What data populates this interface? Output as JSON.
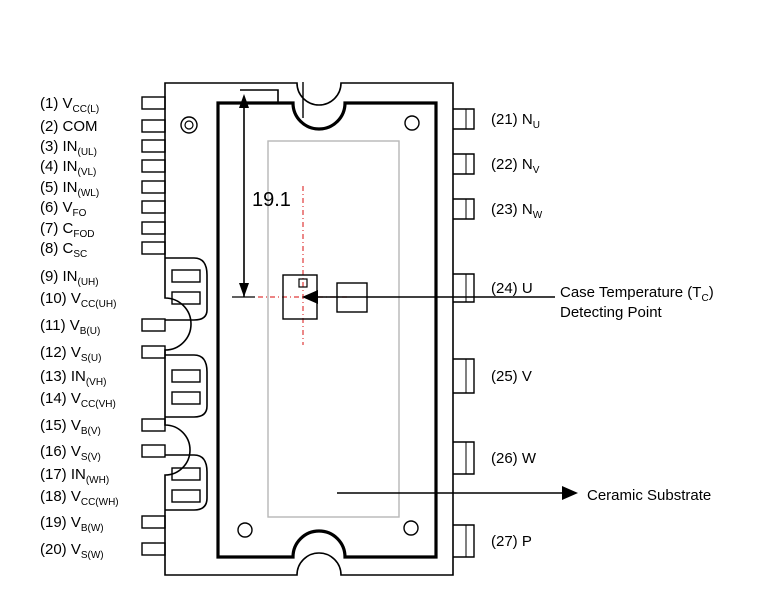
{
  "pins_left": [
    {
      "num": "(1)",
      "name": "V",
      "sub": "CC(L)"
    },
    {
      "num": "(2)",
      "name": "COM",
      "sub": ""
    },
    {
      "num": "(3)",
      "name": "IN",
      "sub": "(UL)"
    },
    {
      "num": "(4)",
      "name": "IN",
      "sub": "(VL)"
    },
    {
      "num": "(5)",
      "name": "IN",
      "sub": "(WL)"
    },
    {
      "num": "(6)",
      "name": "V",
      "sub": "FO"
    },
    {
      "num": "(7)",
      "name": "C",
      "sub": "FOD"
    },
    {
      "num": "(8)",
      "name": "C",
      "sub": "SC"
    },
    {
      "num": "(9)",
      "name": "IN",
      "sub": "(UH)"
    },
    {
      "num": "(10)",
      "name": "V",
      "sub": "CC(UH)"
    },
    {
      "num": "(11)",
      "name": "V",
      "sub": "B(U)"
    },
    {
      "num": "(12)",
      "name": "V",
      "sub": "S(U)"
    },
    {
      "num": "(13)",
      "name": "IN",
      "sub": "(VH)"
    },
    {
      "num": "(14)",
      "name": "V",
      "sub": "CC(VH)"
    },
    {
      "num": "(15)",
      "name": "V",
      "sub": "B(V)"
    },
    {
      "num": "(16)",
      "name": "V",
      "sub": "S(V)"
    },
    {
      "num": "(17)",
      "name": "IN",
      "sub": "(WH)"
    },
    {
      "num": "(18)",
      "name": "V",
      "sub": "CC(WH)"
    },
    {
      "num": "(19)",
      "name": "V",
      "sub": "B(W)"
    },
    {
      "num": "(20)",
      "name": "V",
      "sub": "S(W)"
    }
  ],
  "pins_right": [
    {
      "num": "(21)",
      "name": "N",
      "sub": "U"
    },
    {
      "num": "(22)",
      "name": "N",
      "sub": "V"
    },
    {
      "num": "(23)",
      "name": "N",
      "sub": "W"
    },
    {
      "num": "(24)",
      "name": "U",
      "sub": ""
    },
    {
      "num": "(25)",
      "name": "V",
      "sub": ""
    },
    {
      "num": "(26)",
      "name": "W",
      "sub": ""
    },
    {
      "num": "(27)",
      "name": "P",
      "sub": ""
    }
  ],
  "dimension": "19.1",
  "case_temp": {
    "line1_pre": "Case Temperature (T",
    "line1_sub": "C",
    "line1_post": ")",
    "line2": "Detecting Point"
  },
  "ceramic_substrate": "Ceramic Substrate"
}
